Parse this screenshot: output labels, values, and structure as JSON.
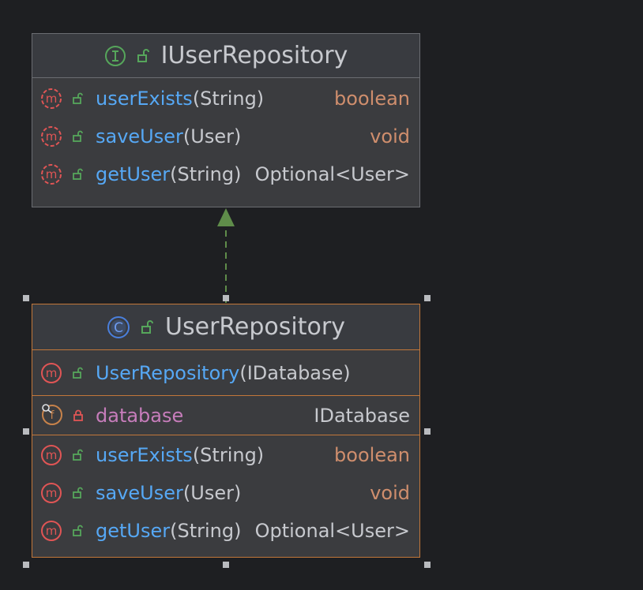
{
  "interface_box": {
    "kind_icon": "interface-icon",
    "name": "IUserRepository",
    "methods": [
      {
        "name": "userExists",
        "params": "(String)",
        "return_type": "boolean"
      },
      {
        "name": "saveUser",
        "params": "(User)",
        "return_type": "void"
      },
      {
        "name": "getUser",
        "params": "(String)",
        "return_type": "Optional<User>"
      }
    ]
  },
  "class_box": {
    "kind_icon": "class-icon",
    "name": "UserRepository",
    "constructor": {
      "name": "UserRepository",
      "params": "(IDatabase)"
    },
    "field": {
      "name": "database",
      "type": "IDatabase"
    },
    "methods": [
      {
        "name": "userExists",
        "params": "(String)",
        "return_type": "boolean"
      },
      {
        "name": "saveUser",
        "params": "(User)",
        "return_type": "void"
      },
      {
        "name": "getUser",
        "params": "(String)",
        "return_type": "Optional<User>"
      }
    ]
  },
  "relation": {
    "type": "implements",
    "style": "dashed-arrow"
  },
  "colors": {
    "background": "#1e1f22",
    "box_fill": "#3b3c3f",
    "interface_border": "#6b6d72",
    "class_border": "#c2773a",
    "method_name": "#56a8f5",
    "field_name": "#c77dbb",
    "primitive_type": "#cf8e6d",
    "text": "#c7c9ce",
    "arrow": "#5f8c4a"
  }
}
